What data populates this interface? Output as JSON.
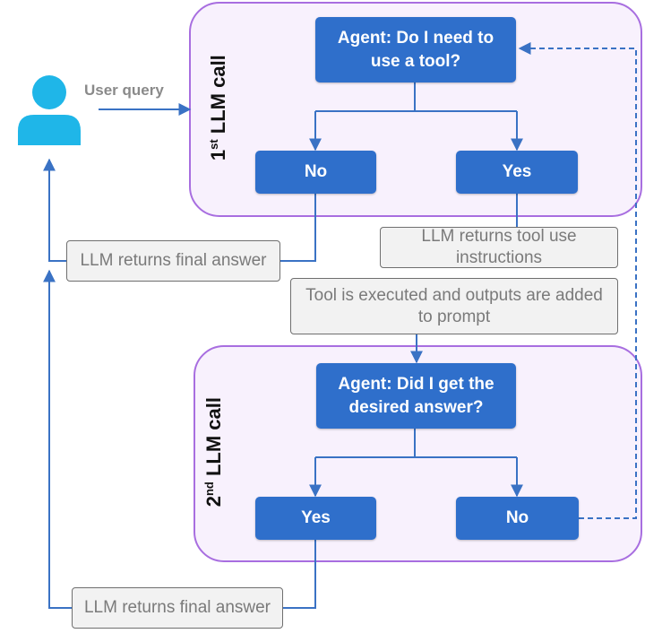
{
  "call1": {
    "ordinal": "1",
    "ordinal_suffix": "st",
    "label": "LLM call",
    "question": "Agent: Do I need to use a tool?",
    "no": "No",
    "yes": "Yes"
  },
  "call2": {
    "ordinal": "2",
    "ordinal_suffix": "nd",
    "label": "LLM call",
    "question": "Agent: Did I get the desired answer?",
    "yes": "Yes",
    "no": "No"
  },
  "user_query": "User query",
  "notes": {
    "final_answer_1": "LLM returns final answer",
    "tool_instructions": "LLM returns tool use instructions",
    "tool_executed": "Tool is executed and outputs are added to prompt",
    "final_answer_2": "LLM returns final answer"
  },
  "colors": {
    "box": "#2f6fcb",
    "region_border": "#a86ee0",
    "region_fill": "#f8f1fd",
    "user": "#1fb6e8",
    "line": "#3a72c4"
  },
  "icons": {
    "user": "person-icon"
  }
}
